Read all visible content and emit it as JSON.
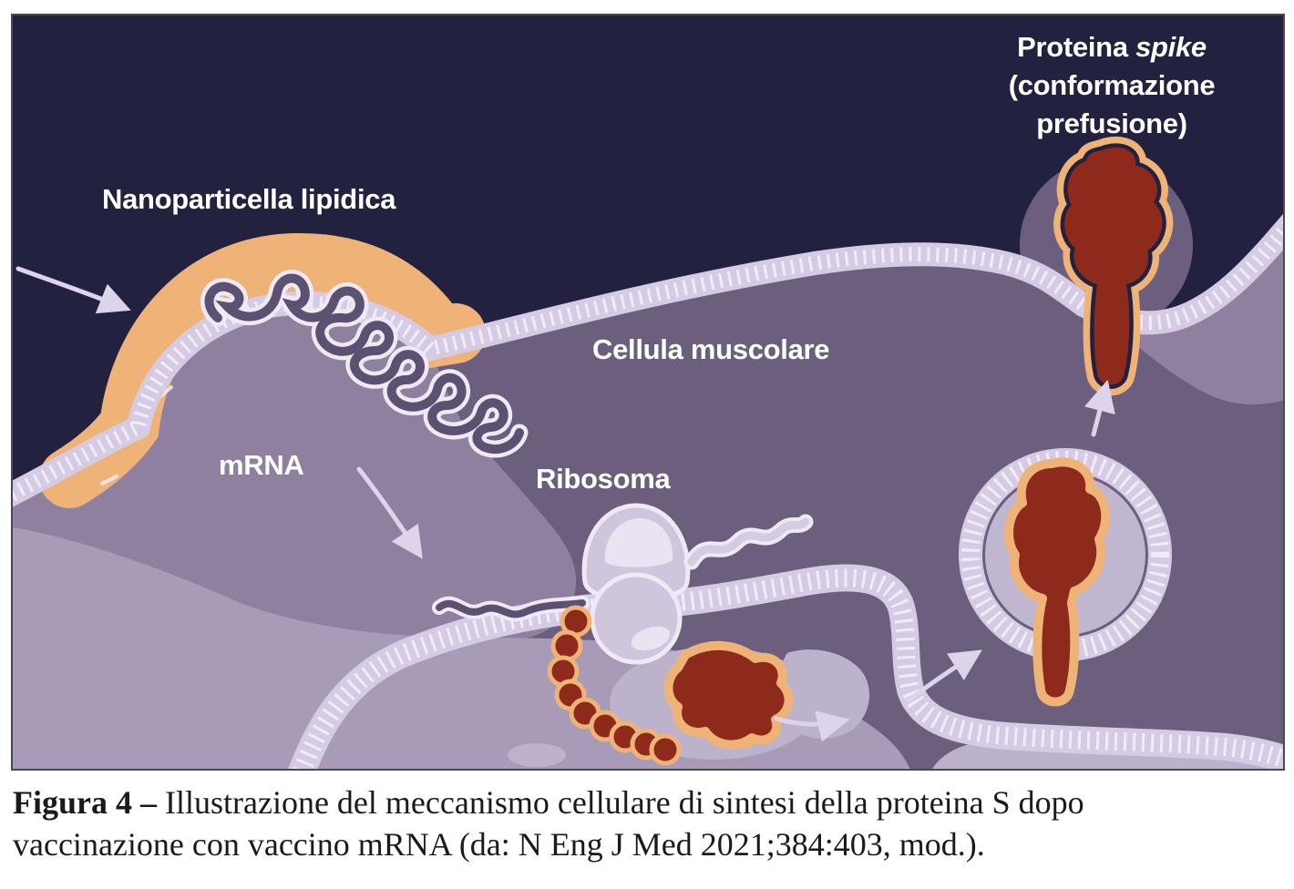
{
  "figure": {
    "labels": {
      "spike_line1_prefix": "Proteina ",
      "spike_line1_italic": "spike",
      "spike_line2": "(conformazione",
      "spike_line3": "prefusione)",
      "nanoparticle": "Nanoparticella lipidica",
      "cell": "Cellula muscolare",
      "mrna": "mRNA",
      "ribosome": "Ribosoma"
    }
  },
  "caption": {
    "bold": "Figura 4 –",
    "line1": " Illustrazione del meccanismo cellulare di sintesi della proteina S dopo",
    "line2": "vaccinazione con vaccino mRNA (da: N Eng J Med 2021;384:403, mod.)."
  },
  "colors": {
    "navy": "#22213f",
    "cell_dark": "#6c5f7e",
    "cell_mid": "#90809f",
    "cell_light": "#a89bb7",
    "cell_lighter": "#bdb2cb",
    "vesicle_disc": "#c1b6d0",
    "membrane": "#d6cbe5",
    "membrane_tick": "#f1ecf8",
    "orange": "#f0b377",
    "red": "#8d2a1b",
    "strand": "#5c5170",
    "strand_outline": "#efe9f6",
    "arrow": "#ddd3ea",
    "ribo": "#cfc6dd",
    "ribo_edge": "#efe9f6",
    "ribo_hl": "#e9e3f2",
    "label": "#ffffff",
    "caption": "#1a1a1a",
    "border": "#4a4953"
  }
}
